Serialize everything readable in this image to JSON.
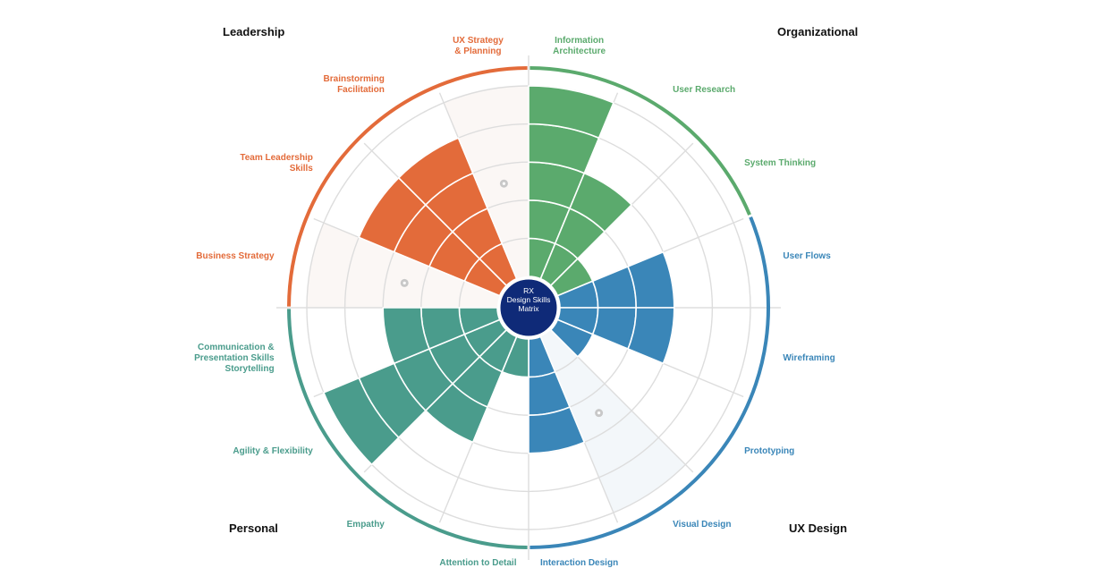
{
  "title": [
    "RX",
    "Design Skills",
    "Matrix"
  ],
  "colors": {
    "leadership": "#E36B3A",
    "organizational": "#5BAA6D",
    "uxdesign": "#3A86B8",
    "personal": "#4A9C8C",
    "grid": "#DDDDDD",
    "center": "#0F2A78",
    "empty_leadership": "#FBF7F5",
    "empty_uxdesign": "#F3F7FA"
  },
  "quadrants": [
    {
      "key": "leadership",
      "label": "Leadership"
    },
    {
      "key": "organizational",
      "label": "Organizational"
    },
    {
      "key": "uxdesign",
      "label": "UX Design"
    },
    {
      "key": "personal",
      "label": "Personal"
    }
  ],
  "scale_max": 5,
  "skills": [
    {
      "lines": [
        "Information",
        "Architecture"
      ],
      "group": "organizational",
      "level": 5
    },
    {
      "lines": [
        "User Research"
      ],
      "group": "organizational",
      "level": 3
    },
    {
      "lines": [
        "System Thinking"
      ],
      "group": "organizational",
      "level": 1
    },
    {
      "lines": [
        "User Flows"
      ],
      "group": "uxdesign",
      "level": 3
    },
    {
      "lines": [
        "Wireframing"
      ],
      "group": "uxdesign",
      "level": 3
    },
    {
      "lines": [
        "Prototyping"
      ],
      "group": "uxdesign",
      "level": 1
    },
    {
      "lines": [
        "Visual Design"
      ],
      "group": "uxdesign",
      "level": 0,
      "marker": true
    },
    {
      "lines": [
        "Interaction Design"
      ],
      "group": "uxdesign",
      "level": 3
    },
    {
      "lines": [
        "Attention to Detail"
      ],
      "group": "personal",
      "level": 1
    },
    {
      "lines": [
        "Empathy"
      ],
      "group": "personal",
      "level": 3
    },
    {
      "lines": [
        "Agility & Flexibility"
      ],
      "group": "personal",
      "level": 5
    },
    {
      "lines": [
        "Communication &",
        "Presentation Skills",
        "Storytelling"
      ],
      "group": "personal",
      "level": 3
    },
    {
      "lines": [
        "Business Strategy"
      ],
      "group": "leadership",
      "level": 0,
      "marker": true
    },
    {
      "lines": [
        "Team Leadership",
        "Skills"
      ],
      "group": "leadership",
      "level": 4
    },
    {
      "lines": [
        "Brainstorming",
        "Facilitation"
      ],
      "group": "leadership",
      "level": 4
    },
    {
      "lines": [
        "UX Strategy",
        "& Planning"
      ],
      "group": "leadership",
      "level": 0,
      "marker": true
    }
  ]
}
